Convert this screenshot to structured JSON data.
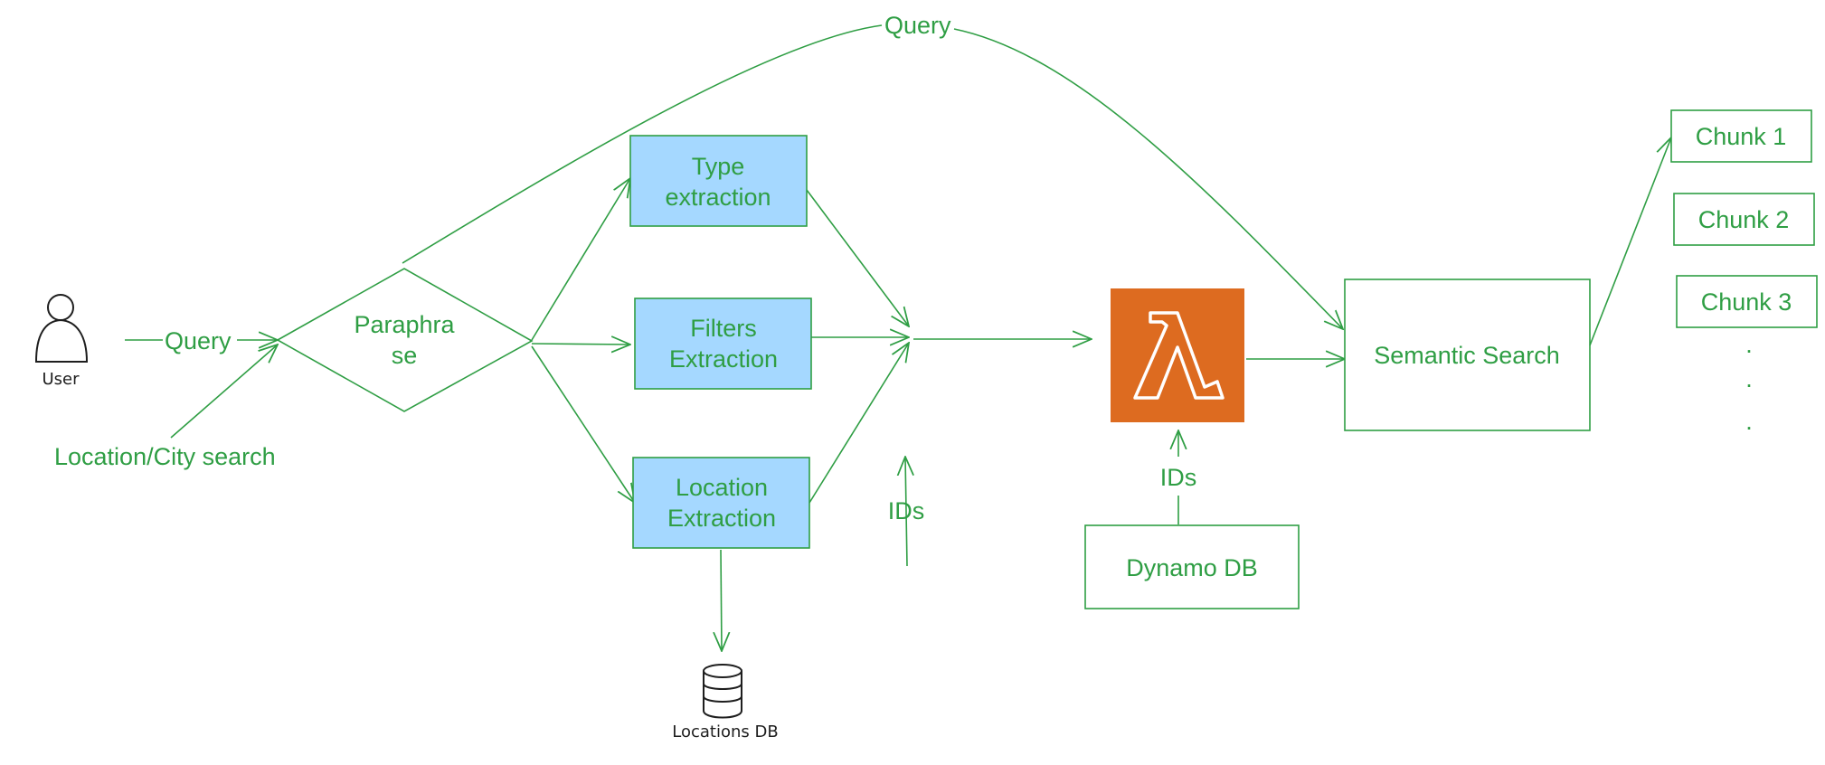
{
  "user": {
    "label": "User"
  },
  "inputs": {
    "query": "Query",
    "location_city_search": "Location/City search"
  },
  "paraphrase": {
    "line1": "Paraphra",
    "line2": "se"
  },
  "extractors": {
    "type": {
      "line1": "Type",
      "line2": "extraction"
    },
    "filters": {
      "line1": "Filters",
      "line2": "Extraction"
    },
    "location": {
      "line1": "Location",
      "line2": "Extraction"
    }
  },
  "top_query_label": "Query",
  "ids_label_middle": "IDs",
  "ids_label_dynamo": "IDs",
  "locations_db": {
    "label": "Locations DB"
  },
  "lambda": {
    "icon": "aws-lambda-icon",
    "color": "#dd6b20"
  },
  "dynamo_db": {
    "label": "Dynamo DB"
  },
  "semantic_search": {
    "label": "Semantic Search"
  },
  "chunks": [
    "Chunk 1",
    "Chunk 2",
    "Chunk 3"
  ],
  "ellipsis": [
    "·",
    "·",
    "·"
  ]
}
